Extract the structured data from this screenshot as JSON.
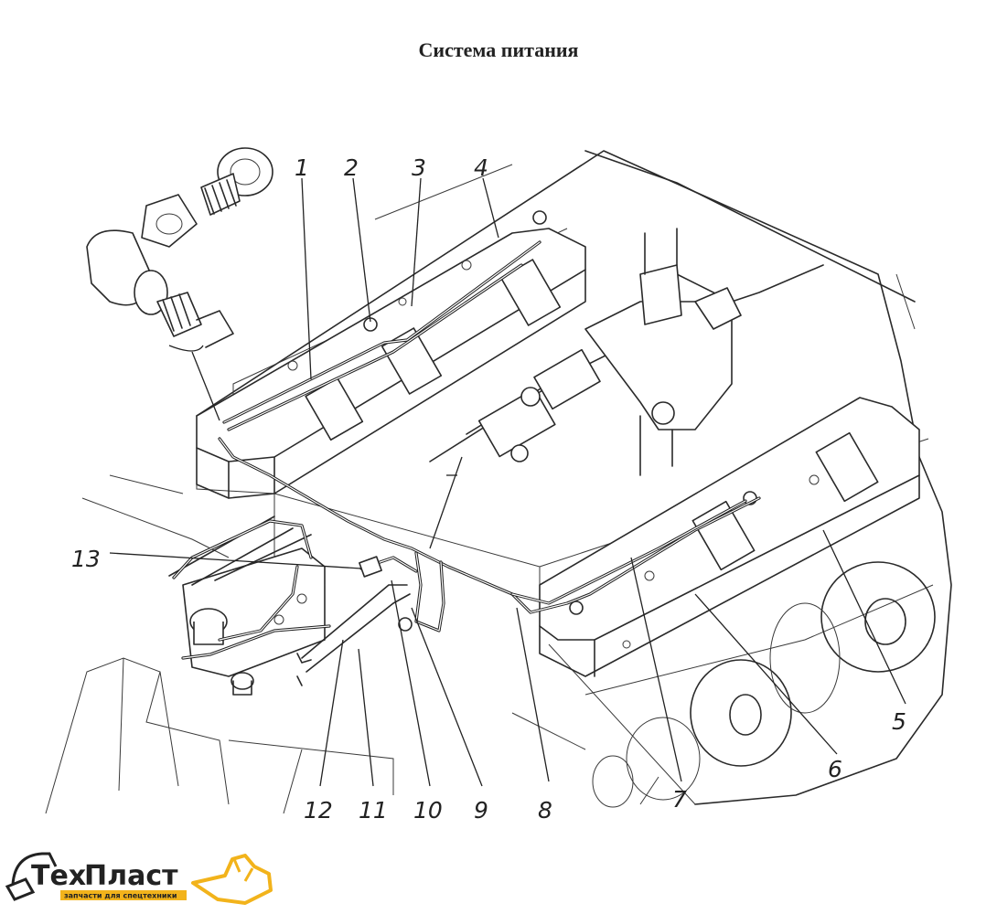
{
  "title": "Система питания",
  "callouts": [
    "1",
    "2",
    "3",
    "4",
    "5",
    "6",
    "7",
    "8",
    "9",
    "10",
    "11",
    "12",
    "13"
  ],
  "logo": {
    "brand_part1": "Тех",
    "brand_part2": "Пласт",
    "tagline": "запчасти для спецтехники",
    "colors": {
      "dark": "#222222",
      "accent": "#f2b31b"
    }
  }
}
